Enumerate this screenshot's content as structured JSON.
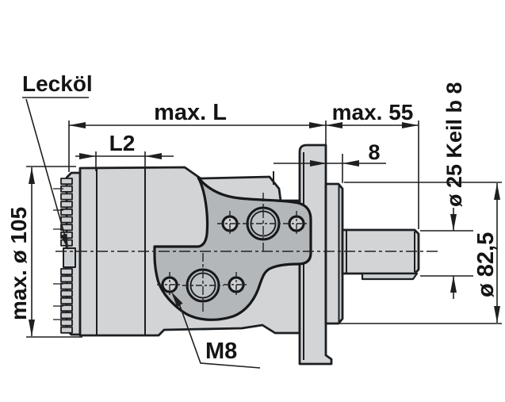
{
  "drawing": {
    "title_hint": "hydraulic motor side-view dimensional drawing",
    "labels": {
      "leak_oil": "Lecköl",
      "thread": "M8"
    },
    "dimensions": {
      "overall_length": "max. L",
      "front_length": "max. 55",
      "section_length": "L2",
      "spigot_depth": "8",
      "shaft_spec": "ø 25 Keil b 8",
      "spigot_diameter": "ø 82,5",
      "housing_diameter": "max. ø 105"
    },
    "colors": {
      "background": "#ffffff",
      "body_fill": "#d2d4d6",
      "pad_fill": "#b3b7ba",
      "hole_fill": "#cdd0d2",
      "outline": "#1c1f22",
      "dimension_line": "#1f1f1f"
    }
  }
}
